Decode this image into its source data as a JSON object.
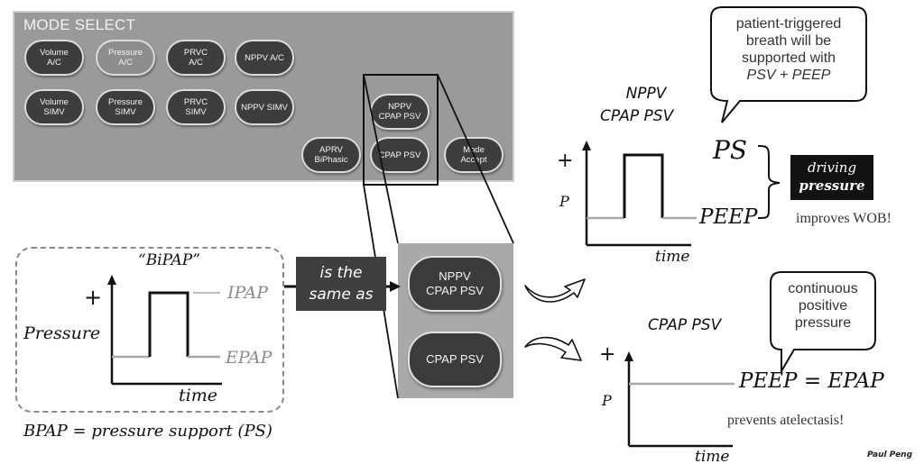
{
  "mode_panel": {
    "title": "MODE SELECT",
    "buttons": [
      {
        "label": "Volume\nA/C",
        "selected": false
      },
      {
        "label": "Pressure\nA/C",
        "selected": true
      },
      {
        "label": "PRVC\nA/C",
        "selected": false
      },
      {
        "label": "NPPV A/C",
        "selected": false
      },
      {
        "label": "Volume\nSIMV",
        "selected": false
      },
      {
        "label": "Pressure\nSIMV",
        "selected": false
      },
      {
        "label": "PRVC\nSIMV",
        "selected": false
      },
      {
        "label": "NPPV SIMV",
        "selected": false
      },
      {
        "label": "NPPV\nCPAP PSV",
        "selected": false
      },
      {
        "label": "APRV\nBiPhasic",
        "selected": false
      },
      {
        "label": "CPAP PSV",
        "selected": false
      },
      {
        "label": "Mode\nAccept",
        "selected": false
      }
    ]
  },
  "zoom_panel": {
    "buttons": [
      {
        "label": "NPPV\nCPAP PSV"
      },
      {
        "label": "CPAP PSV"
      }
    ]
  },
  "bipap": {
    "title": "“BiPAP”",
    "plus": "+",
    "y_label": "Pressure",
    "x_label": "time",
    "upper_label": "IPAP",
    "lower_label": "EPAP",
    "caption": "BPAP = pressure support (PS)"
  },
  "same_as": {
    "line1": "is the",
    "line2": "same as"
  },
  "nppv": {
    "title_line1": "NPPV",
    "title_line2": "CPAP PSV",
    "plus": "+",
    "y_label": "P",
    "x_label": "time",
    "upper_label": "PS",
    "lower_label": "PEEP",
    "bubble_line1": "patient-triggered",
    "bubble_line2": "breath will be",
    "bubble_line3": "supported with",
    "bubble_line4": "PSV + PEEP",
    "driving_line1": "driving",
    "driving_line2": "pressure",
    "note": "improves WOB!"
  },
  "cpap": {
    "title": "CPAP PSV",
    "plus": "+",
    "y_label": "P",
    "x_label": "time",
    "level_label": "PEEP = EPAP",
    "bubble_line1": "continuous",
    "bubble_line2": "positive",
    "bubble_line3": "pressure",
    "note": "prevents atelectasis!"
  },
  "author": "Paul Peng",
  "colors": {
    "panel": "#9a9a9a",
    "button": "#3d3d3d",
    "label_box": "#3f3f3f",
    "baseline_gray": "#a8a8a8"
  }
}
